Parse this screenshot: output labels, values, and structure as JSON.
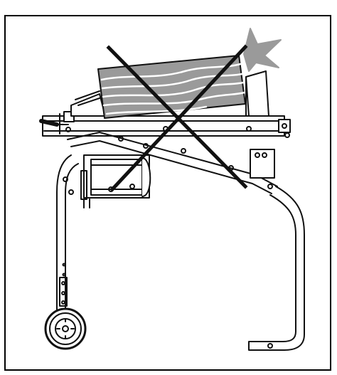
{
  "illustration": {
    "subject": "log-splitter-improper-use-warning",
    "colors": {
      "line": "#111111",
      "log_fill": "#9a9a9a",
      "impact_fill": "#9a9a9a",
      "background": "#ffffff"
    },
    "icons": [
      "log-splitter",
      "log",
      "impact-burst",
      "prohibition-cross",
      "wheel"
    ]
  }
}
